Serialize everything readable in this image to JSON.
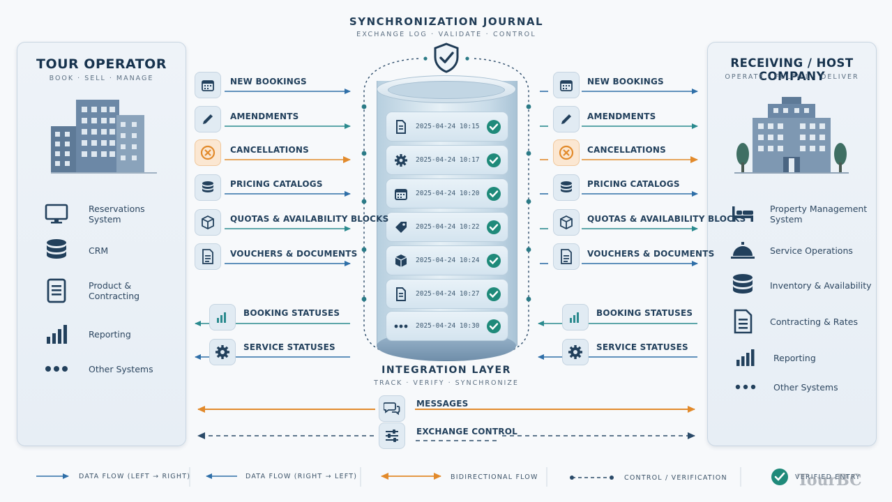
{
  "journal": {
    "title": "SYNCHRONIZATION JOURNAL",
    "subtitle": "EXCHANGE LOG · VALIDATE · CONTROL"
  },
  "left_panel": {
    "title": "TOUR OPERATOR",
    "subtitle": "BOOK · SELL · MANAGE",
    "systems": [
      {
        "label": "Reservations\nSystem",
        "icon": "monitor-icon"
      },
      {
        "label": "CRM",
        "icon": "database-icon"
      },
      {
        "label": "Product &\nContracting",
        "icon": "document-icon"
      },
      {
        "label": "Reporting",
        "icon": "bar-chart-icon"
      },
      {
        "label": "Other Systems",
        "icon": "more-dots-icon"
      }
    ]
  },
  "right_panel": {
    "title": "RECEIVING / HOST COMPANY",
    "subtitle": "OPERATE · FULFILL · DELIVER",
    "systems": [
      {
        "label": "Property Management\nSystem",
        "icon": "bed-icon"
      },
      {
        "label": "Service Operations",
        "icon": "service-bell-icon"
      },
      {
        "label": "Inventory & Availability",
        "icon": "database-icon"
      },
      {
        "label": "Contracting & Rates",
        "icon": "document-icon"
      },
      {
        "label": "Reporting",
        "icon": "bar-chart-icon"
      },
      {
        "label": "Other Systems",
        "icon": "more-dots-icon"
      }
    ]
  },
  "flows_right": [
    {
      "label": "NEW BOOKINGS",
      "icon": "calendar-icon",
      "color": "#2f6fa8"
    },
    {
      "label": "AMENDMENTS",
      "icon": "pencil-icon",
      "color": "#2a8a8e"
    },
    {
      "label": "CANCELLATIONS",
      "icon": "cancel-icon",
      "color": "#e28a2b"
    },
    {
      "label": "PRICING CATALOGS",
      "icon": "coins-icon",
      "color": "#2f6fa8"
    },
    {
      "label": "QUOTAS & AVAILABILITY BLOCKS",
      "icon": "cube-icon",
      "color": "#2a8a8e"
    },
    {
      "label": "VOUCHERS & DOCUMENTS",
      "icon": "document-icon",
      "color": "#2f6fa8"
    }
  ],
  "flows_left": [
    {
      "label": "BOOKING STATUSES",
      "icon": "bar-chart-icon",
      "color": "#2a8a8e"
    },
    {
      "label": "SERVICE STATUSES",
      "icon": "gear-icon",
      "color": "#2f6fa8"
    }
  ],
  "journal_entries": [
    {
      "timestamp": "2025-04-24 10:15",
      "icon": "document-icon"
    },
    {
      "timestamp": "2025-04-24 10:17",
      "icon": "gear-icon"
    },
    {
      "timestamp": "2025-04-24 10:20",
      "icon": "calendar-icon"
    },
    {
      "timestamp": "2025-04-24 10:22",
      "icon": "tag-icon"
    },
    {
      "timestamp": "2025-04-24 10:24",
      "icon": "cube-icon"
    },
    {
      "timestamp": "2025-04-24 10:27",
      "icon": "document-icon"
    },
    {
      "timestamp": "2025-04-24 10:30",
      "icon": "more-dots-icon"
    }
  ],
  "integration": {
    "title": "INTEGRATION LAYER",
    "subtitle": "TRACK · VERIFY · SYNCHRONIZE"
  },
  "bidirectional": {
    "messages": "MESSAGES",
    "exchange_control": "EXCHANGE CONTROL"
  },
  "legend": {
    "ltr": "DATA FLOW (LEFT → RIGHT)",
    "rtl": "DATA FLOW (RIGHT → LEFT)",
    "bi": "BIDIRECTIONAL FLOW",
    "control": "CONTROL / VERIFICATION",
    "verified": "VERIFIED ENTRY"
  },
  "watermark": "TourBC",
  "colors": {
    "blue": "#2f6fa8",
    "teal": "#2a8a8e",
    "orange": "#e28a2b",
    "navy": "#1f3b55",
    "check_green": "#1f8a7a"
  }
}
